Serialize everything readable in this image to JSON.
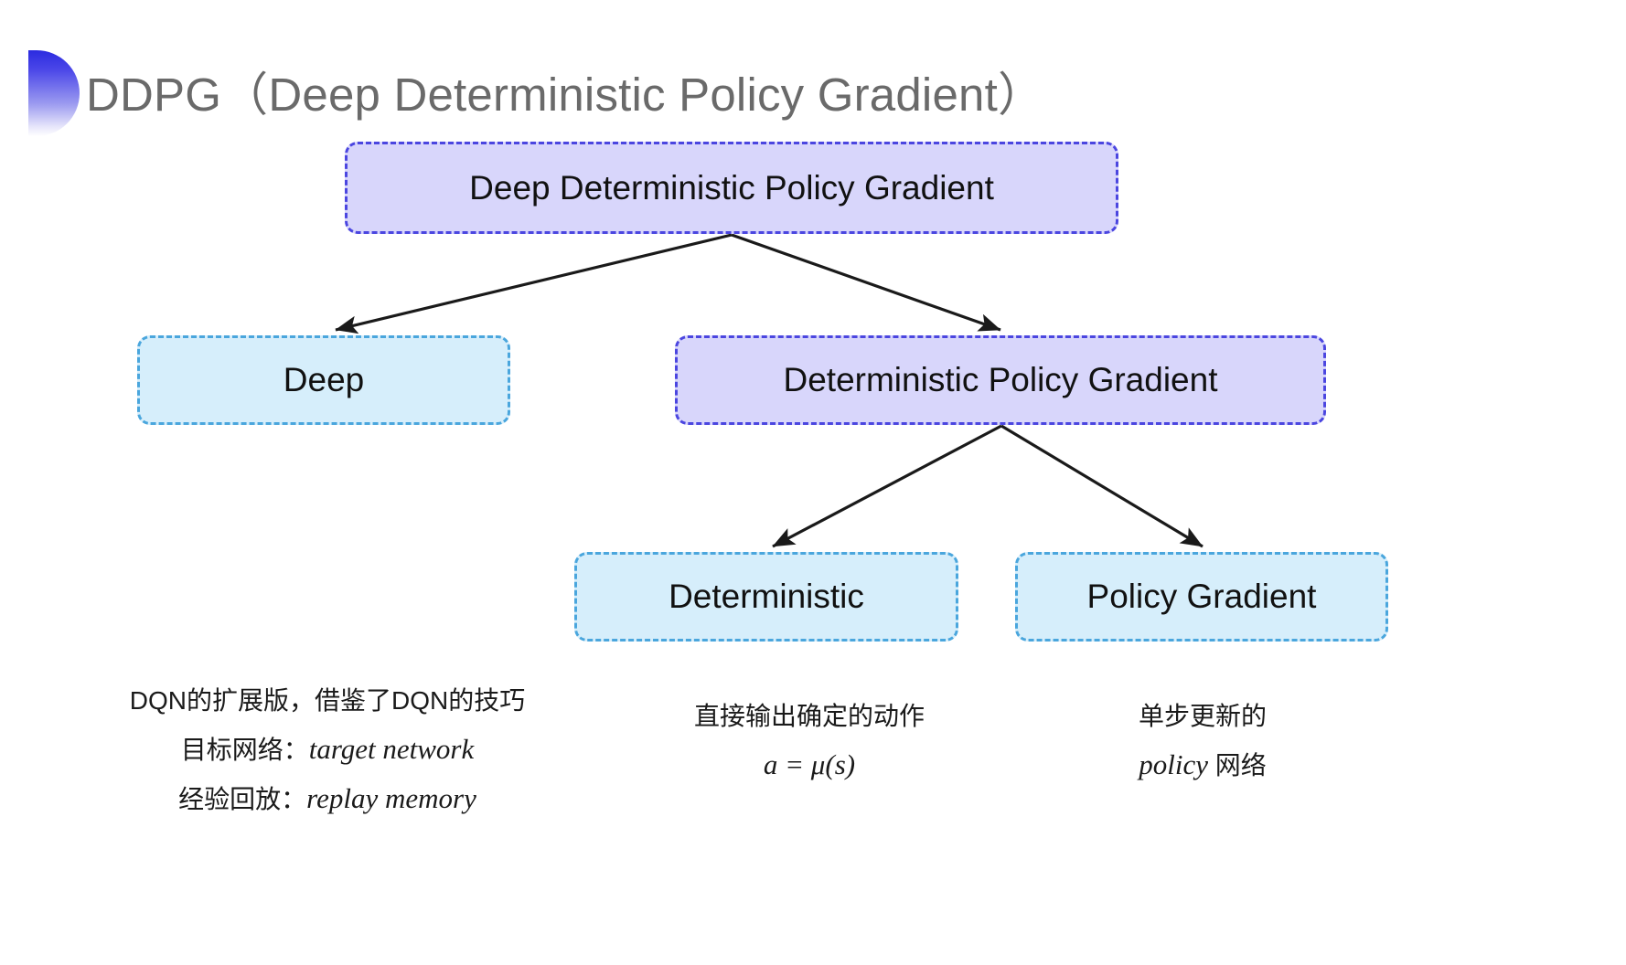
{
  "slide": {
    "title": "DDPG（Deep Deterministic Policy Gradient）",
    "background_color": "#ffffff",
    "title_color": "#6a6a6a",
    "accent_color": "#2b2be0"
  },
  "palette": {
    "purple_fill": "#d8d6fb",
    "purple_border": "#4b46e0",
    "cyan_fill": "#d6eefb",
    "cyan_border": "#4aa6dd",
    "arrow_color": "#1a1a1a"
  },
  "diagram": {
    "type": "tree",
    "nodes": [
      {
        "id": "root",
        "label": "Deep Deterministic Policy Gradient",
        "style": "purple",
        "level": 0
      },
      {
        "id": "deep",
        "label": "Deep",
        "style": "cyan",
        "level": 1
      },
      {
        "id": "dpg",
        "label": "Deterministic Policy Gradient",
        "style": "purple",
        "level": 1
      },
      {
        "id": "det",
        "label": "Deterministic",
        "style": "cyan",
        "level": 2
      },
      {
        "id": "pg",
        "label": "Policy Gradient",
        "style": "cyan",
        "level": 2
      }
    ],
    "edges": [
      {
        "from": "root",
        "to": "deep"
      },
      {
        "from": "root",
        "to": "dpg"
      },
      {
        "from": "dpg",
        "to": "det"
      },
      {
        "from": "dpg",
        "to": "pg"
      }
    ]
  },
  "annotations": {
    "deep": {
      "line1": "DQN的扩展版，借鉴了DQN的技巧",
      "line2_label": "目标网络：",
      "line2_term": "target network",
      "line3_label": "经验回放：",
      "line3_term": "replay memory"
    },
    "deterministic": {
      "line1": "直接输出确定的动作",
      "formula": "a = μ(s)"
    },
    "policy_gradient": {
      "line1": "单步更新的",
      "line2_term": "policy",
      "line2_suffix": " 网络"
    }
  }
}
